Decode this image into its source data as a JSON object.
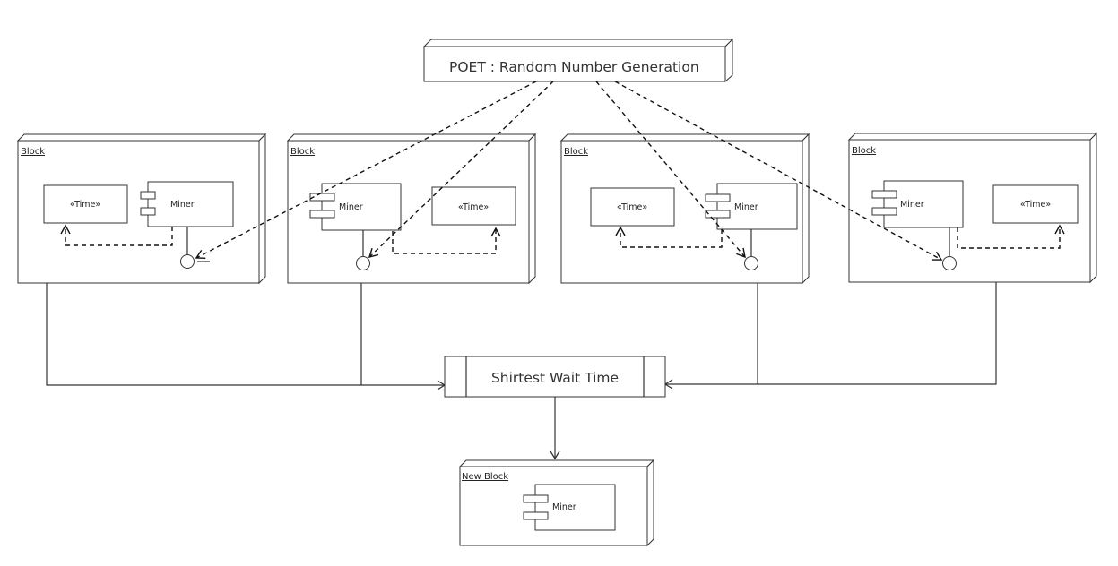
{
  "header": {
    "poet_label": "POET :  Random Number Generation"
  },
  "blocks": [
    {
      "title": "Block",
      "miner": "Miner",
      "time": "«Time»"
    },
    {
      "title": "Block",
      "miner": "Miner",
      "time": "«Time»"
    },
    {
      "title": "Block",
      "miner": "Miner",
      "time": "«Time»"
    },
    {
      "title": "Block",
      "miner": "Miner",
      "time": "«Time»"
    }
  ],
  "process": {
    "label": "Shirtest Wait Time"
  },
  "new_block": {
    "title": "New Block",
    "miner": "Miner"
  }
}
